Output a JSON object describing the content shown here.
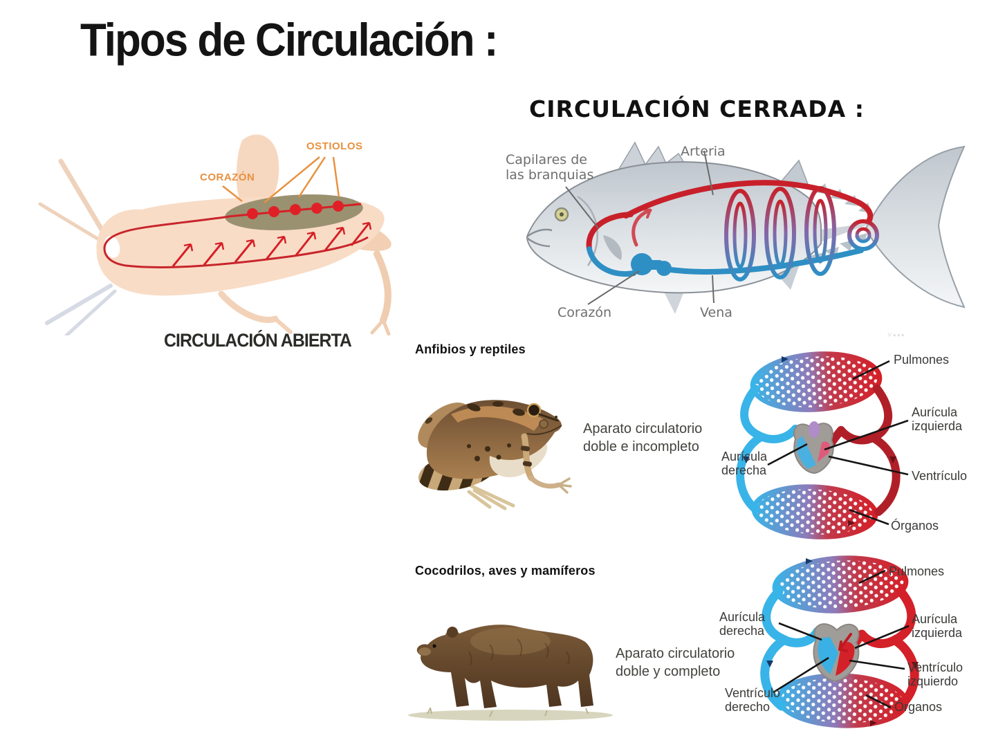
{
  "page": {
    "title": "Tipos de Circulación :"
  },
  "open_section": {
    "label_corazon": "CORAZÓN",
    "label_ostiolos": "OSTIOLOS",
    "caption": "CIRCULACIÓN ABIERTA",
    "colors": {
      "label_orange": "#e8913f",
      "body_peach": "#f8dcc6",
      "heart_olive": "#9a9170",
      "artery_red": "#d61f26"
    }
  },
  "closed_section": {
    "heading": "CIRCULACIÓN CERRADA :",
    "fish_labels": {
      "capilares": [
        "Capilares de",
        "las branquias"
      ],
      "arteria": "Arteria",
      "corazon": "Corazón",
      "vena": "Vena"
    },
    "colors": {
      "artery": "#c8202a",
      "vein": "#2e8fc4",
      "body_silver": "#c6ccd2"
    }
  },
  "amphibian_section": {
    "heading": "Anfibios y reptiles",
    "caption": [
      "Aparato circulatorio",
      "doble e incompleto"
    ],
    "diagram_labels": {
      "pulmones": "Pulmones",
      "auricula_izquierda": [
        "Aurícula",
        "izquierda"
      ],
      "auricula_derecha": [
        "Aurícula",
        "derecha"
      ],
      "ventriculo": "Ventrículo",
      "organos": "Órganos"
    }
  },
  "mammal_section": {
    "heading": "Cocodrilos, aves y mamíferos",
    "caption": [
      "Aparato circulatorio",
      "doble y completo"
    ],
    "diagram_labels": {
      "pulmones": "Pulmones",
      "auricula_derecha": [
        "Aurícula",
        "derecha"
      ],
      "auricula_izquierda": [
        "Aurícula",
        "izquierda"
      ],
      "ventriculo_izquierdo": [
        "Ventrículo",
        "izquierdo"
      ],
      "ventriculo_derecho": [
        "Ventrículo",
        "derecho"
      ],
      "organos": "Órganos"
    }
  },
  "diagram_colors": {
    "vein_blue": "#38b4e8",
    "artery_red": "#d42028",
    "dark_red": "#b01f28",
    "heart_gray": "#a09c98"
  }
}
